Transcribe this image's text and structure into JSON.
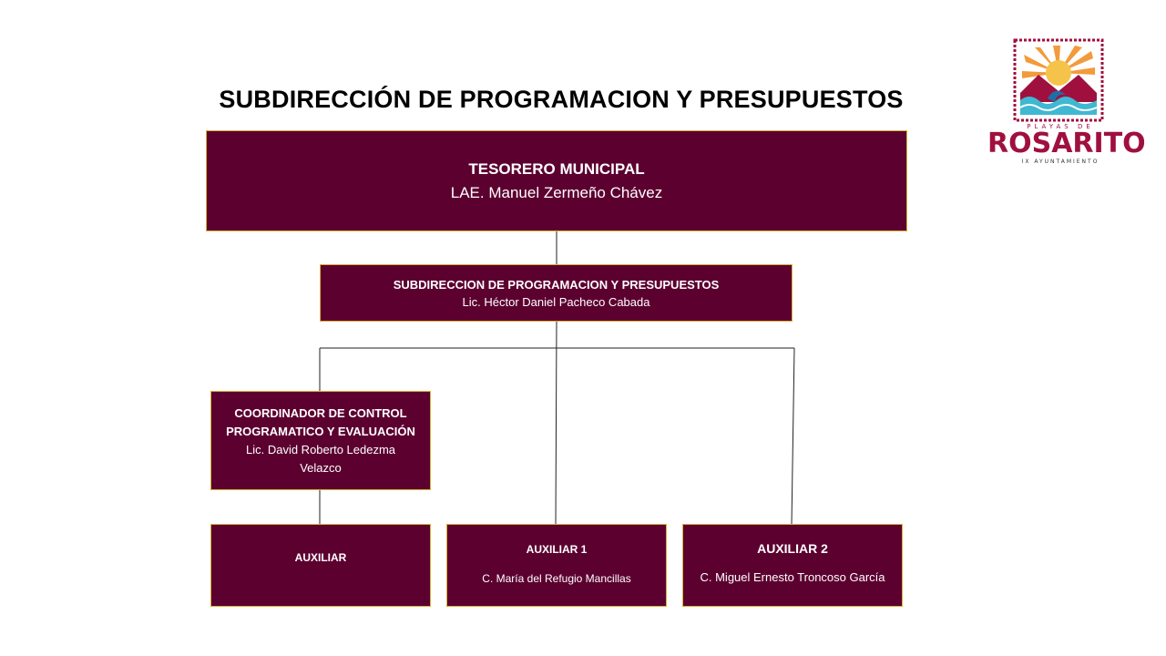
{
  "title": "SUBDIRECCIÓN DE PROGRAMACION Y PRESUPUESTOS",
  "logo": {
    "top_text": "PLAYAS DE",
    "name": "ROSARITO",
    "bottom_text": "IX AYUNTAMIENTO"
  },
  "nodes": {
    "tesorero": {
      "title": "TESORERO MUNICIPAL",
      "name": "LAE. Manuel Zermeño Chávez"
    },
    "subdireccion": {
      "title": "SUBDIRECCION DE PROGRAMACION Y PRESUPUESTOS",
      "name": "Lic. Héctor Daniel Pacheco Cabada"
    },
    "coordinador": {
      "title_line1": "COORDINADOR DE CONTROL",
      "title_line2": "PROGRAMATICO Y EVALUACIÓN",
      "name_line1": "Lic. David Roberto Ledezma",
      "name_line2": "Velazco"
    },
    "auxiliar": {
      "title": "AUXILIAR"
    },
    "auxiliar1": {
      "title": "AUXILIAR 1",
      "name": "C. María del Refugio Mancillas"
    },
    "auxiliar2": {
      "title": "AUXILIAR 2",
      "name": "C. Miguel Ernesto Troncoso García"
    }
  },
  "colors": {
    "box_fill": "#5c0030",
    "box_border": "#d9b23a",
    "logo_red": "#a0103f"
  }
}
